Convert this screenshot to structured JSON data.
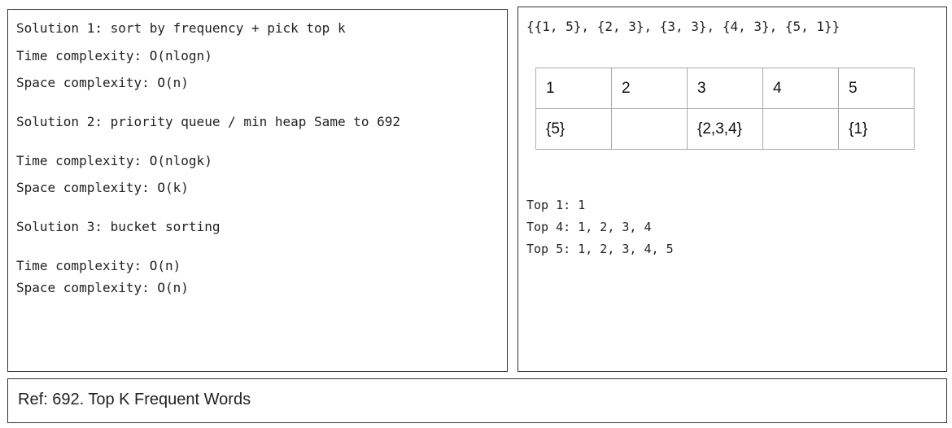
{
  "left_panel": {
    "lines": [
      "Solution 1: sort by frequency + pick top k",
      "Time complexity: O(nlogn)",
      "Space complexity: O(n)",
      "Solution 2: priority queue / min heap Same to 692",
      "Time complexity: O(nlogk)",
      "Space complexity: O(k)",
      "Solution 3: bucket sorting",
      "Time complexity: O(n)",
      "Space complexity: O(n)"
    ]
  },
  "right_panel": {
    "pairs_text": "{{1, 5}, {2, 3}, {3, 3}, {4, 3}, {5, 1}}",
    "table": {
      "header": [
        "1",
        "2",
        "3",
        "4",
        "5"
      ],
      "row": [
        "{5}",
        "",
        "{2,3,4}",
        "",
        "{1}"
      ]
    },
    "top_lines": [
      "Top 1: 1",
      "Top 4: 1, 2, 3, 4",
      "Top 5: 1, 2, 3, 4, 5"
    ]
  },
  "ref_panel": {
    "text": "Ref: 692. Top K Frequent Words"
  }
}
